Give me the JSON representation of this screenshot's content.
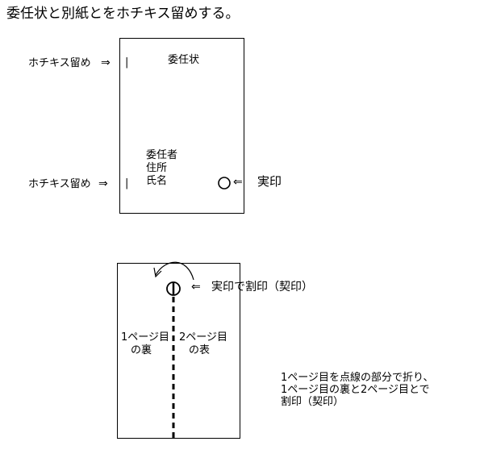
{
  "title": "委任状と別紙とをホチキス留めする。",
  "figure1": {
    "staple_top_label": "ホチキス留め",
    "staple_bottom_label": "ホチキス留め",
    "arrow_right": "⇒",
    "staple_mark": "|",
    "document_title": "委任状",
    "signer_lines": [
      "委任者",
      "住所",
      "氏名"
    ],
    "seal_glyph": "○",
    "seal_arrow": "⇐",
    "seal_label": "実印"
  },
  "figure2": {
    "seal_arrow": "⇐",
    "seal_label": "実印で割印（契印）",
    "left_half_lines": [
      "1ページ目",
      "の裏"
    ],
    "right_half_lines": [
      "2ページ目",
      "の表"
    ],
    "note_lines": [
      "1ページ目を点線の部分で折り、",
      "1ページ目の裏と2ページ目とで",
      "割印（契印）"
    ]
  }
}
